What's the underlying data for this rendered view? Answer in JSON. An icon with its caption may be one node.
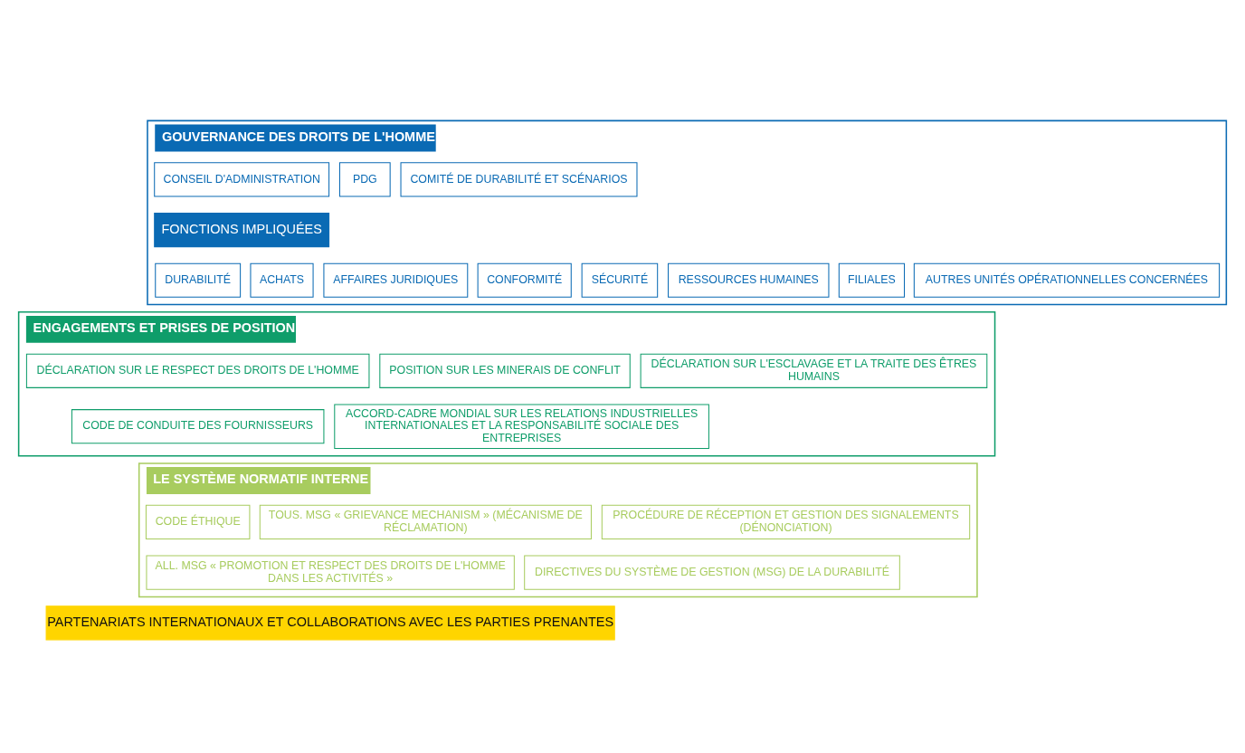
{
  "diagram": {
    "nodes": [
      {
        "text": [
          "GOUVERNANCE DES DROITS DE L'HOMME"
        ]
      },
      {
        "text": [
          "CONSEIL D'ADMINISTRATION"
        ],
        "in": 0
      },
      {
        "text": [
          "PDG"
        ],
        "in": 0
      },
      {
        "text": [
          "COMITÉ DE DURABILITÉ ET SCÉNARIOS"
        ],
        "in": 0
      },
      {
        "text": [
          "FONCTIONS IMPLIQUÉES"
        ],
        "in": 0
      },
      {
        "text": [
          "DURABILITÉ"
        ],
        "in": 0
      },
      {
        "text": [
          "ACHATS"
        ],
        "in": 0
      },
      {
        "text": [
          "AFFAIRES JURIDIQUES"
        ],
        "in": 0
      },
      {
        "text": [
          "CONFORMITÉ"
        ],
        "in": 0
      },
      {
        "text": [
          "SÉCURITÉ"
        ],
        "in": 0
      },
      {
        "text": [
          "RESSOURCES HUMAINES"
        ],
        "in": 0
      },
      {
        "text": [
          "FILIALES"
        ],
        "in": 0
      },
      {
        "text": [
          "AUTRES UNITÉS OPÉRATIONNELLES CONCERNÉES"
        ],
        "in": 0
      },
      {
        "text": [
          "ENGAGEMENTS ET PRISES DE POSITION"
        ]
      },
      {
        "text": [
          "DÉCLARATION SUR LE RESPECT DES DROITS DE L'HOMME"
        ],
        "in": 13
      },
      {
        "text": [
          "POSITION SUR LES MINERAIS DE CONFLIT"
        ],
        "in": 13
      },
      {
        "text": [
          "DÉCLARATION SUR L'ESCLAVAGE ET LA TRAITE DES ÊTRES HUMAINS"
        ],
        "in": 13
      },
      {
        "text": [
          "CODE DE CONDUITE DES FOURNISSEURS"
        ],
        "in": 13
      },
      {
        "text": [
          "ACCORD-CADRE MONDIAL SUR LES RELATIONS INDUSTRIELLES INTERNATIONALES ET LA RESPONSABILITÉ SOCIALE DES ENTREPRISES"
        ],
        "in": 13
      },
      {
        "text": [
          "LE SYSTÈME NORMATIF INTERNE"
        ]
      },
      {
        "text": [
          "CODE ÉTHIQUE"
        ],
        "in": 19
      },
      {
        "text": [
          "TOUS. MSG « GRIEVANCE MECHANISM » (MÉCANISME DE RÉCLAMATION)"
        ],
        "in": 19
      },
      {
        "text": [
          "PROCÉDURE DE RÉCEPTION ET GESTION DES SIGNALEMENTS (DÉNONCIATION)"
        ],
        "in": 19
      },
      {
        "text": [
          "ALL. MSG « PROMOTION ET RESPECT DES DROITS DE L'HOMME DANS LES ACTIVITÉS »"
        ],
        "in": 19
      },
      {
        "text": [
          "DIRECTIVES DU SYSTÈME DE GESTION (MSG) DE LA DURABILITÉ"
        ],
        "in": 19
      },
      {
        "text": [
          "PARTENARIATS INTERNATIONAUX ET COLLABORATIONS AVEC LES PARTIES PRENANTES"
        ]
      }
    ],
    "edges": []
  }
}
